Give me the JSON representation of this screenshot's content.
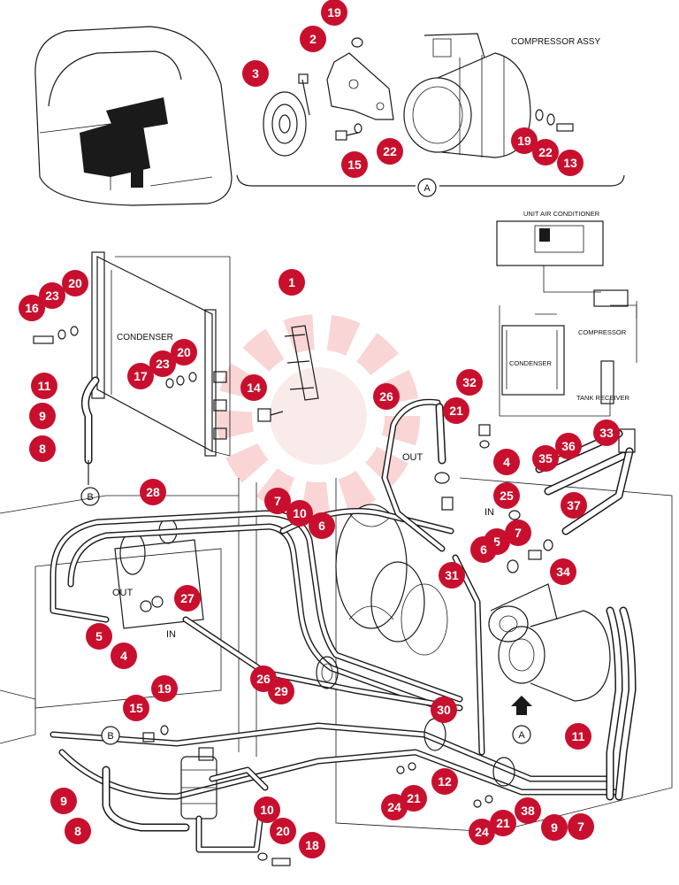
{
  "labels": {
    "compressor_assy": "COMPRESSOR ASSY",
    "view_a_top": "A",
    "unit_air_conditioner": "UNIT AIR CONDITIONER",
    "compressor_flow": "COMPRESSOR",
    "condenser_flow": "CONDENSER",
    "tank_receiver": "TANK RECEIVER",
    "condenser_main": "CONDENSER",
    "out_top": "OUT",
    "in_top": "IN",
    "out_bottom": "OUT",
    "in_bottom": "IN",
    "ref_b_left": "B",
    "ref_b_bottom": "B",
    "view_a_bottom": "A"
  },
  "callouts": [
    "19",
    "2",
    "3",
    "15",
    "22",
    "19",
    "22",
    "13",
    "1",
    "20",
    "23",
    "16",
    "20",
    "23",
    "17",
    "14",
    "11",
    "9",
    "8",
    "26",
    "32",
    "21",
    "4",
    "25",
    "35",
    "36",
    "33",
    "37",
    "28",
    "7",
    "10",
    "6",
    "27",
    "5",
    "4",
    "5",
    "7",
    "6",
    "34",
    "31",
    "26",
    "29",
    "30",
    "11",
    "15",
    "19",
    "12",
    "24",
    "21",
    "24",
    "21",
    "38",
    "9",
    "7",
    "9",
    "8",
    "10",
    "20",
    "18"
  ],
  "colors": {
    "callout_fill": "#c8102e",
    "callout_text": "#ffffff",
    "line": "#1a1a1a",
    "watermark": "#f3c7c7"
  }
}
